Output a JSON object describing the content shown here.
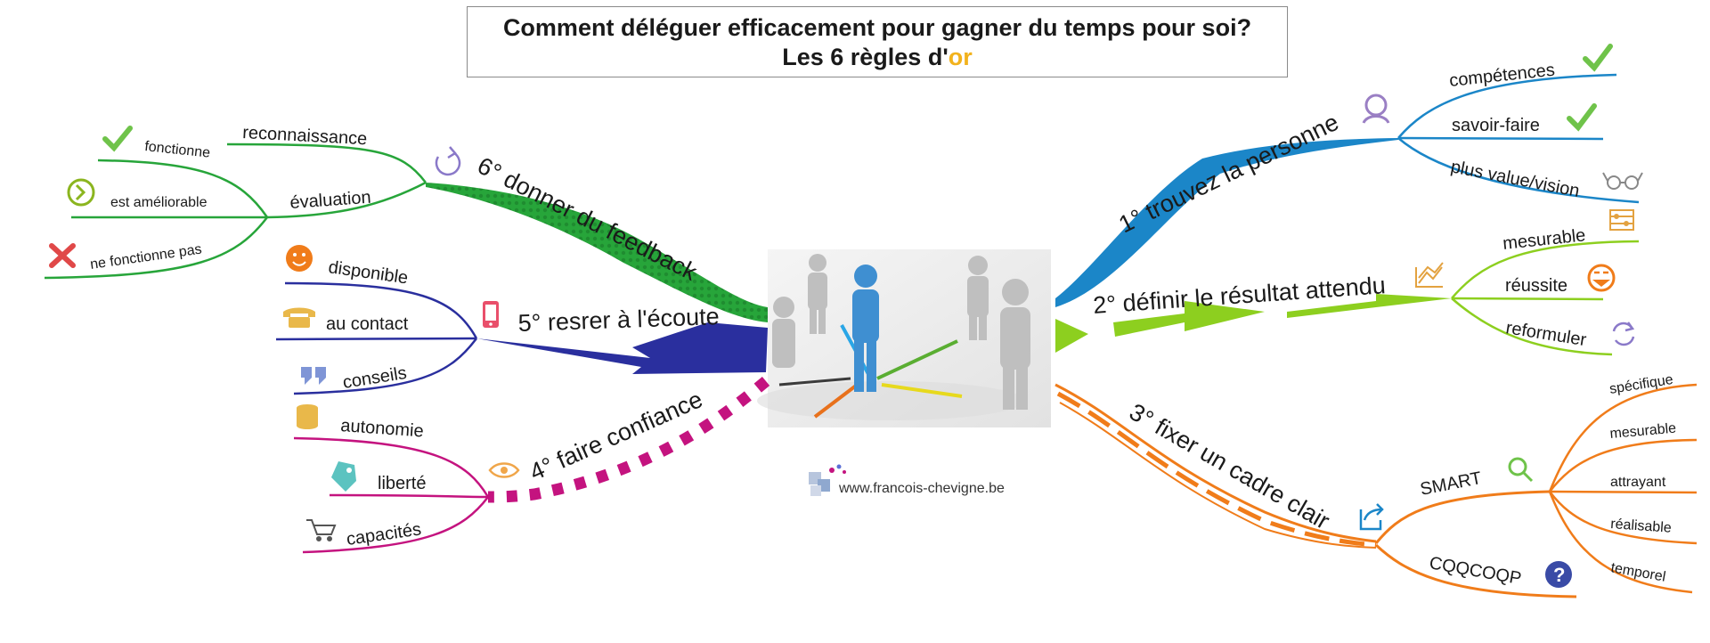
{
  "title": {
    "line1": "Comment déléguer efficacement pour gagner du temps pour soi?",
    "line2_prefix": "Les 6 règles d'",
    "line2_highlight": "or"
  },
  "center": {
    "website": "www.francois-chevigne.be"
  },
  "colors": {
    "branch1": "#1b86c8",
    "branch2": "#8dcf1f",
    "branch3": "#f07c1a",
    "branch4": "#c4137f",
    "branch5": "#2a2f9e",
    "branch6": "#27a53a",
    "title_highlight": "#f2b21c"
  },
  "branches": [
    {
      "label": "1° trouvez la personne",
      "icon": "woman-avatar-icon",
      "children": [
        {
          "label": "compétences",
          "icon": "checkmark-icon"
        },
        {
          "label": "savoir-faire",
          "icon": "checkmark-icon"
        },
        {
          "label": "plus value/vision",
          "icon": "glasses-icon"
        }
      ]
    },
    {
      "label": "2° définir le résultat attendu",
      "icon": "chart-icon",
      "children": [
        {
          "label": "mesurable",
          "icon": "abacus-icon"
        },
        {
          "label": "réussite",
          "icon": "grin-face-icon"
        },
        {
          "label": "reformuler",
          "icon": "refresh-icon"
        }
      ]
    },
    {
      "label": "3° fixer un cadre clair",
      "icon": "share-box-icon",
      "children": [
        {
          "label": "SMART",
          "icon": "magnifier-icon",
          "children": [
            {
              "label": "spécifique"
            },
            {
              "label": "mesurable"
            },
            {
              "label": "attrayant"
            },
            {
              "label": "réalisable"
            },
            {
              "label": "temporel"
            }
          ]
        },
        {
          "label": "CQQCOQP",
          "icon": "question-icon"
        }
      ]
    },
    {
      "label": "4° faire confiance",
      "icon": "eye-icon",
      "children": [
        {
          "label": "autonomie",
          "icon": "coins-icon"
        },
        {
          "label": "liberté",
          "icon": "tag-icon"
        },
        {
          "label": "capacités",
          "icon": "cart-icon"
        }
      ]
    },
    {
      "label": "5° resrer à l'écoute",
      "icon": "mobile-phone-icon",
      "children": [
        {
          "label": "disponible",
          "icon": "smiley-icon"
        },
        {
          "label": "au contact",
          "icon": "telephone-icon"
        },
        {
          "label": "conseils",
          "icon": "quote-icon"
        }
      ]
    },
    {
      "label": "6° donner du feedback",
      "icon": "cycle-icon",
      "children": [
        {
          "label": "reconnaissance"
        },
        {
          "label": "évaluation",
          "children": [
            {
              "label": "fonctionne",
              "icon": "checkmark-icon"
            },
            {
              "label": "est améliorable",
              "icon": "arrow-circle-icon"
            },
            {
              "label": "ne fonctionne pas",
              "icon": "cross-icon"
            }
          ]
        }
      ]
    }
  ]
}
